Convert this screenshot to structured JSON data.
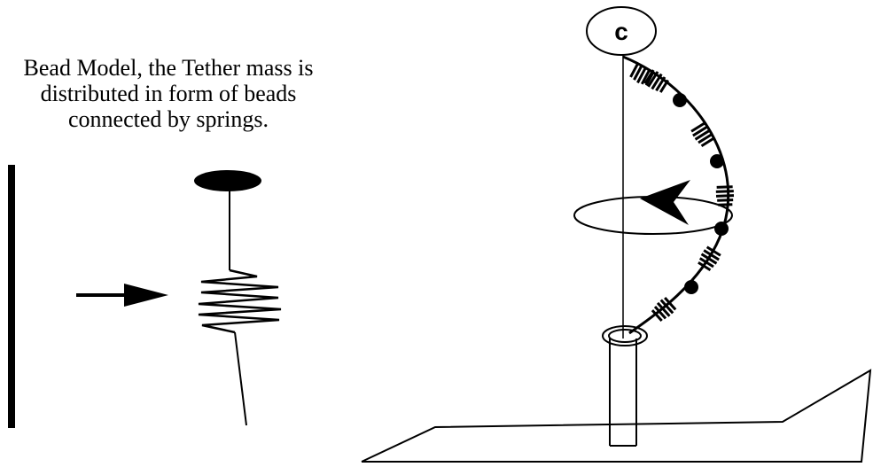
{
  "caption": {
    "line1": "Bead Model, the Tether mass is",
    "line2": "distributed in form of beads",
    "line3": "connected by springs."
  },
  "satellite": {
    "label": "c"
  },
  "colors": {
    "ink": "#000000",
    "background": "#ffffff"
  },
  "icons": {
    "arrow": "right-arrow-icon",
    "spring": "zigzag-spring-icon",
    "rotation": "rotation-arrow-icon"
  }
}
